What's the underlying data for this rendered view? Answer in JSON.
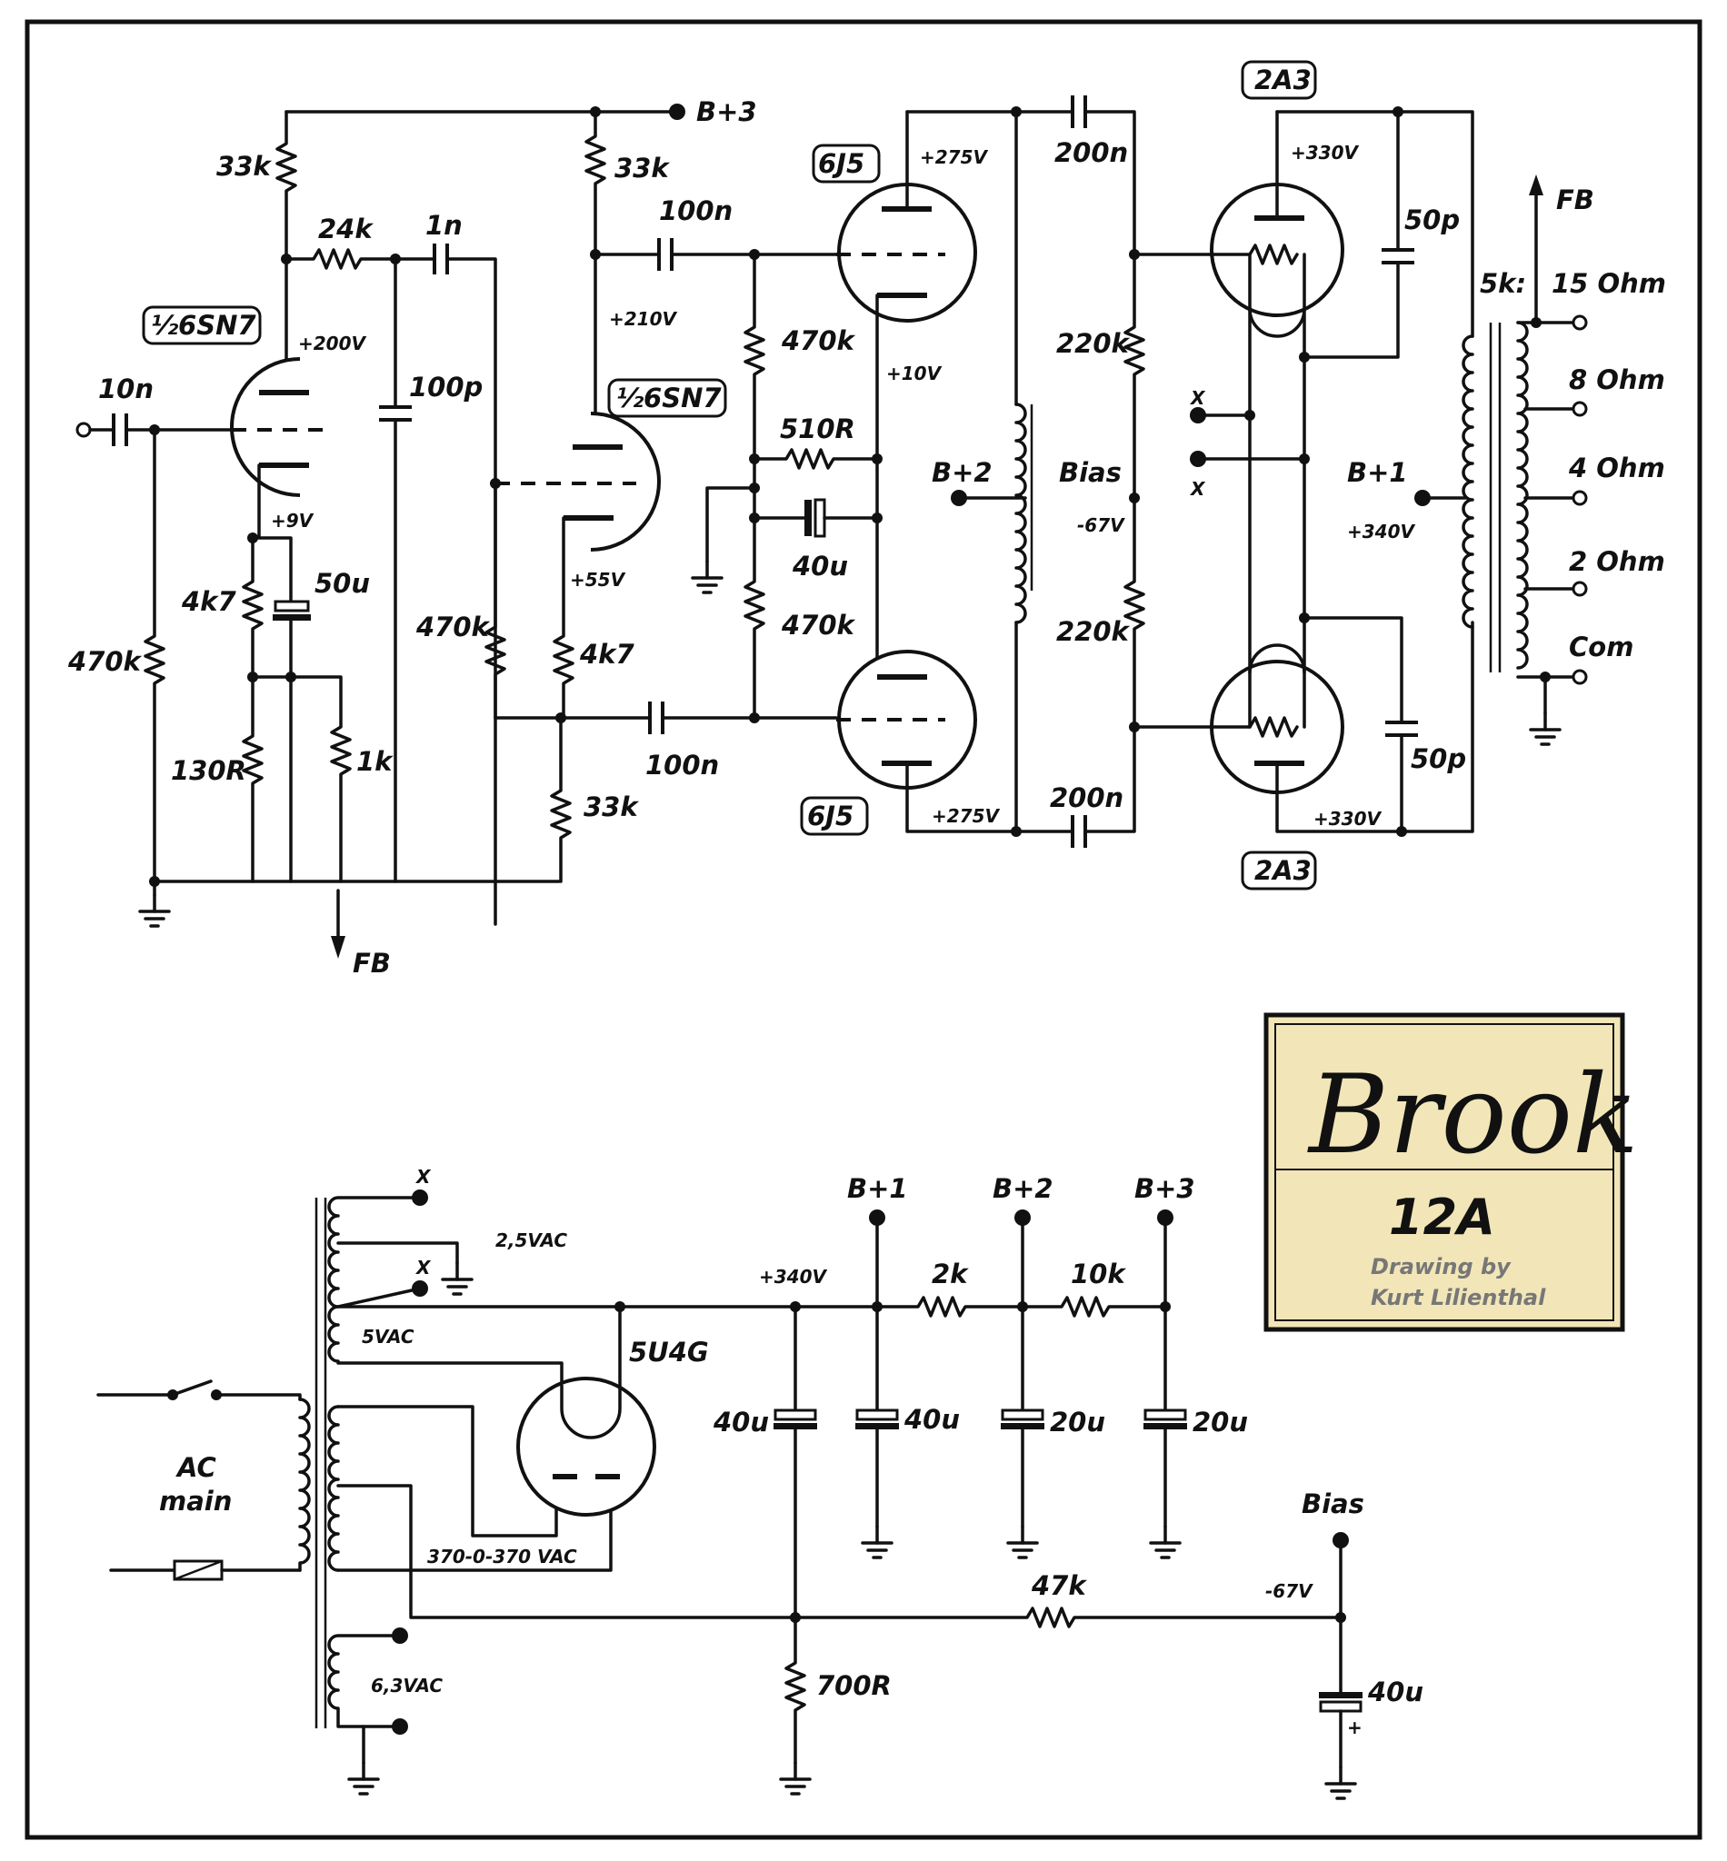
{
  "labels": {
    "r_33k_a": "33k",
    "r_33k_b": "33k",
    "b3": "B+3",
    "t1": "½6SN7",
    "t2": "½6SN7",
    "c_10n": "10n",
    "r_24k": "24k",
    "c_1n": "1n",
    "c_100p": "100p",
    "c_100n_a": "100n",
    "c_100n_b": "100n",
    "v_200": "+200V",
    "v_9": "+9V",
    "v_210": "+210V",
    "v_55": "+55V",
    "r_470k_in": "470k",
    "r_4k7_a": "4k7",
    "c_50u": "50u",
    "r_130r": "130R",
    "r_1k": "1k",
    "r_470k_b": "470k",
    "r_4k7_b": "4k7",
    "r_33k_c": "33k",
    "fb_bottom": "FB",
    "t3": "6J5",
    "t4": "6J5",
    "v_275_a": "+275V",
    "v_275_b": "+275V",
    "v_10": "+10V",
    "r_470k_c": "470k",
    "r_510r": "510R",
    "c_40u_a": "40u",
    "r_470k_d": "470k",
    "c_200n_a": "200n",
    "c_200n_b": "200n",
    "b2": "B+2",
    "bias": "Bias",
    "v_m67_a": "-67V",
    "r_220k_a": "220k",
    "r_220k_b": "220k",
    "t5": "2A3",
    "t6": "2A3",
    "v_330_a": "+330V",
    "v_330_b": "+330V",
    "x1": "X",
    "x2": "X",
    "b1": "B+1",
    "v_340_a": "+340V",
    "c_50p_a": "50p",
    "c_50p_b": "50p",
    "fb_top": "FB",
    "xfmr": "5k:",
    "tap_15": "15 Ohm",
    "tap_8": "8 Ohm",
    "tap_4": "4 Ohm",
    "tap_2": "2 Ohm",
    "tap_com": "Com",
    "px1": "X",
    "px2": "X",
    "vac_25": "2,5VAC",
    "vac_5": "5VAC",
    "rect": "5U4G",
    "ac_main_1": "AC",
    "ac_main_2": "main",
    "vac_370": "370-0-370 VAC",
    "vac_63": "6,3VAC",
    "v_340_b": "+340V",
    "pb1": "B+1",
    "pb2": "B+2",
    "pb3": "B+3",
    "r_2k": "2k",
    "r_10k": "10k",
    "c_40u_b": "40u",
    "c_40u_c": "40u",
    "c_20u_a": "20u",
    "c_20u_b": "20u",
    "pbias": "Bias",
    "v_m67_b": "-67V",
    "r_47k": "47k",
    "r_700r": "700R",
    "c_40u_d": "40u",
    "plus": "+"
  },
  "brand": {
    "name": "Brook",
    "model": "12A",
    "credit_1": "Drawing by",
    "credit_2": "Kurt Lilienthal"
  }
}
